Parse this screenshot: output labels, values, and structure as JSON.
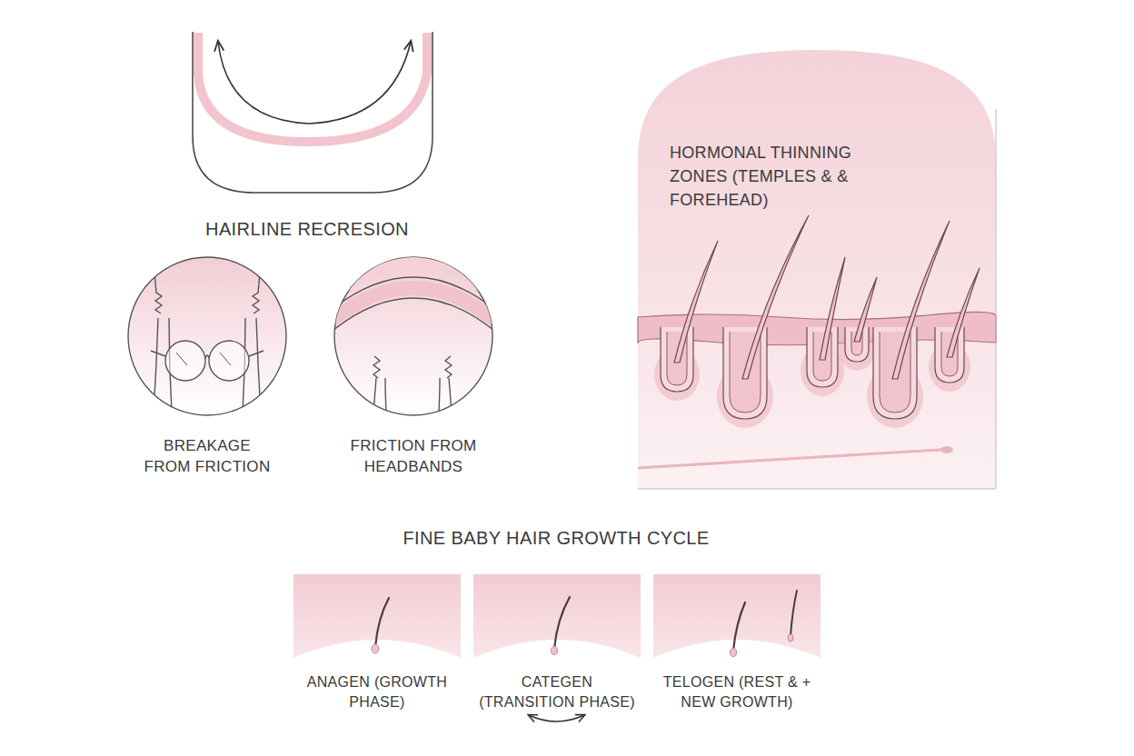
{
  "diagram": {
    "nodes": [
      {
        "text": [
          "BREAKAGE FROM FRICTION"
        ]
      },
      {
        "text": [
          "FRICTION FROM HEADBANDS"
        ]
      },
      {
        "text": [
          "HORMONAL THINNING ZONES (TEMPLES & & FOREHEAD)"
        ]
      },
      {
        "text": [
          "ANAGEN (GROWTH PHASE)"
        ]
      },
      {
        "text": [
          "CATEGEN (TRANSITION PHASE)"
        ]
      },
      {
        "text": [
          "TELOGEN (REST & + NEW GROWTH)"
        ]
      }
    ],
    "labels": [
      "HAIRLINE RECRESION",
      "FINE BABY HAIR GROWTH CYCLE"
    ]
  }
}
